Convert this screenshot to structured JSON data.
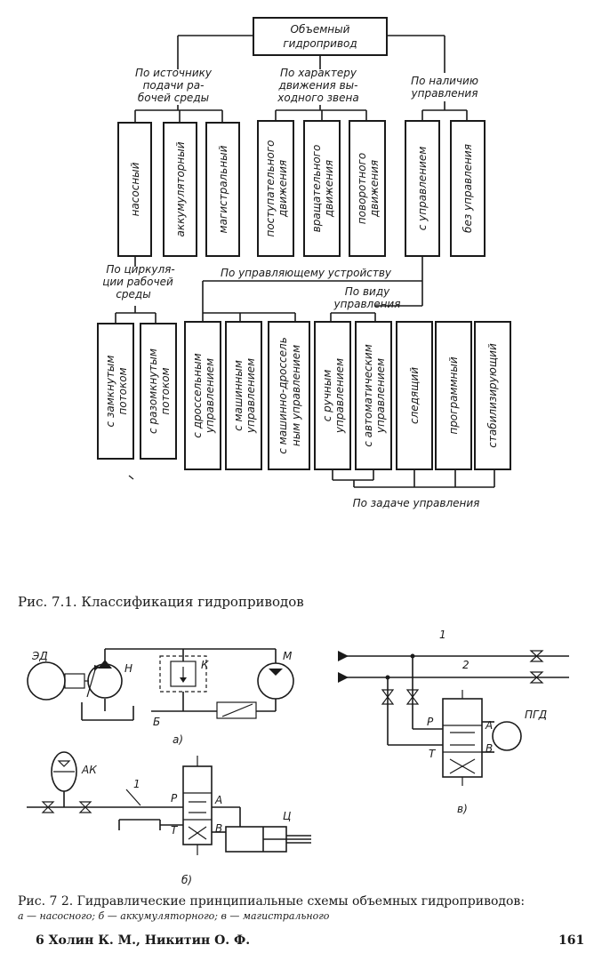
{
  "diagram": {
    "root": [
      "Объемный",
      "гидропривод"
    ],
    "groups": {
      "source": [
        "По источнику",
        "подачи ра-",
        "бочей среды"
      ],
      "motion": [
        "По характеру",
        "движения вы-",
        "ходного звена"
      ],
      "control_presence": [
        "По наличию",
        "управления"
      ],
      "circulation": [
        "По циркуля-",
        "ции рабочей",
        "среды"
      ],
      "device": "По управляющему устройству",
      "control_kind": [
        "По виду",
        "управления"
      ],
      "control_task": "По задаче управления"
    },
    "boxes": {
      "pump": [
        "насосный"
      ],
      "accumulator": [
        "аккумуляторный"
      ],
      "mains": [
        "магистральный"
      ],
      "translational": [
        "поступательного",
        "движения"
      ],
      "rotational": [
        "вращательного",
        "движения"
      ],
      "swivel": [
        "поворотного",
        "движения"
      ],
      "with_control": [
        "с управлением"
      ],
      "no_control": [
        "без управления"
      ],
      "closed_flow": [
        "с замкнутым",
        "потоком"
      ],
      "open_flow": [
        "с разомкнутым",
        "потоком"
      ],
      "throttle": [
        "с дроссельным",
        "управлением"
      ],
      "machine": [
        "с машинным",
        "управлением"
      ],
      "machine_throttle": [
        "с машинно-дроссель",
        "ным управлением"
      ],
      "manual": [
        "с ручным",
        "управлением"
      ],
      "automatic": [
        "с автоматическим",
        "управлением"
      ],
      "tracking": [
        "следящий"
      ],
      "program": [
        "программный"
      ],
      "stabilizing": [
        "стабилизирующий"
      ]
    }
  },
  "captions": {
    "fig1": "Рис.  7.1. Классификация гидроприводов",
    "fig2": "Рис. 7 2. Гидравлические принципиальные схемы объемных гидроприводов:",
    "fig2_legend": "а — насосного;  б — аккумуляторного;  в — магистрального"
  },
  "schematics": {
    "a": {
      "sublabel": "а)",
      "labels": {
        "motor": "ЭД",
        "pump": "Н",
        "valve": "К",
        "hydromotor": "М",
        "tank": "Б"
      }
    },
    "b": {
      "sublabel": "б)",
      "labels": {
        "accumulator": "АК",
        "line": "1",
        "p": "Р",
        "t": "Т",
        "a": "А",
        "b": "В",
        "cylinder": "Ц"
      }
    },
    "v": {
      "sublabel": "в)",
      "labels": {
        "line1": "1",
        "line2": "2",
        "p": "Р",
        "t": "Т",
        "a": "А",
        "b": "В",
        "motor": "ПГД"
      }
    }
  },
  "footer": {
    "authors": "6  Холин К. М., Никитин О. Ф.",
    "page_number": "161"
  }
}
